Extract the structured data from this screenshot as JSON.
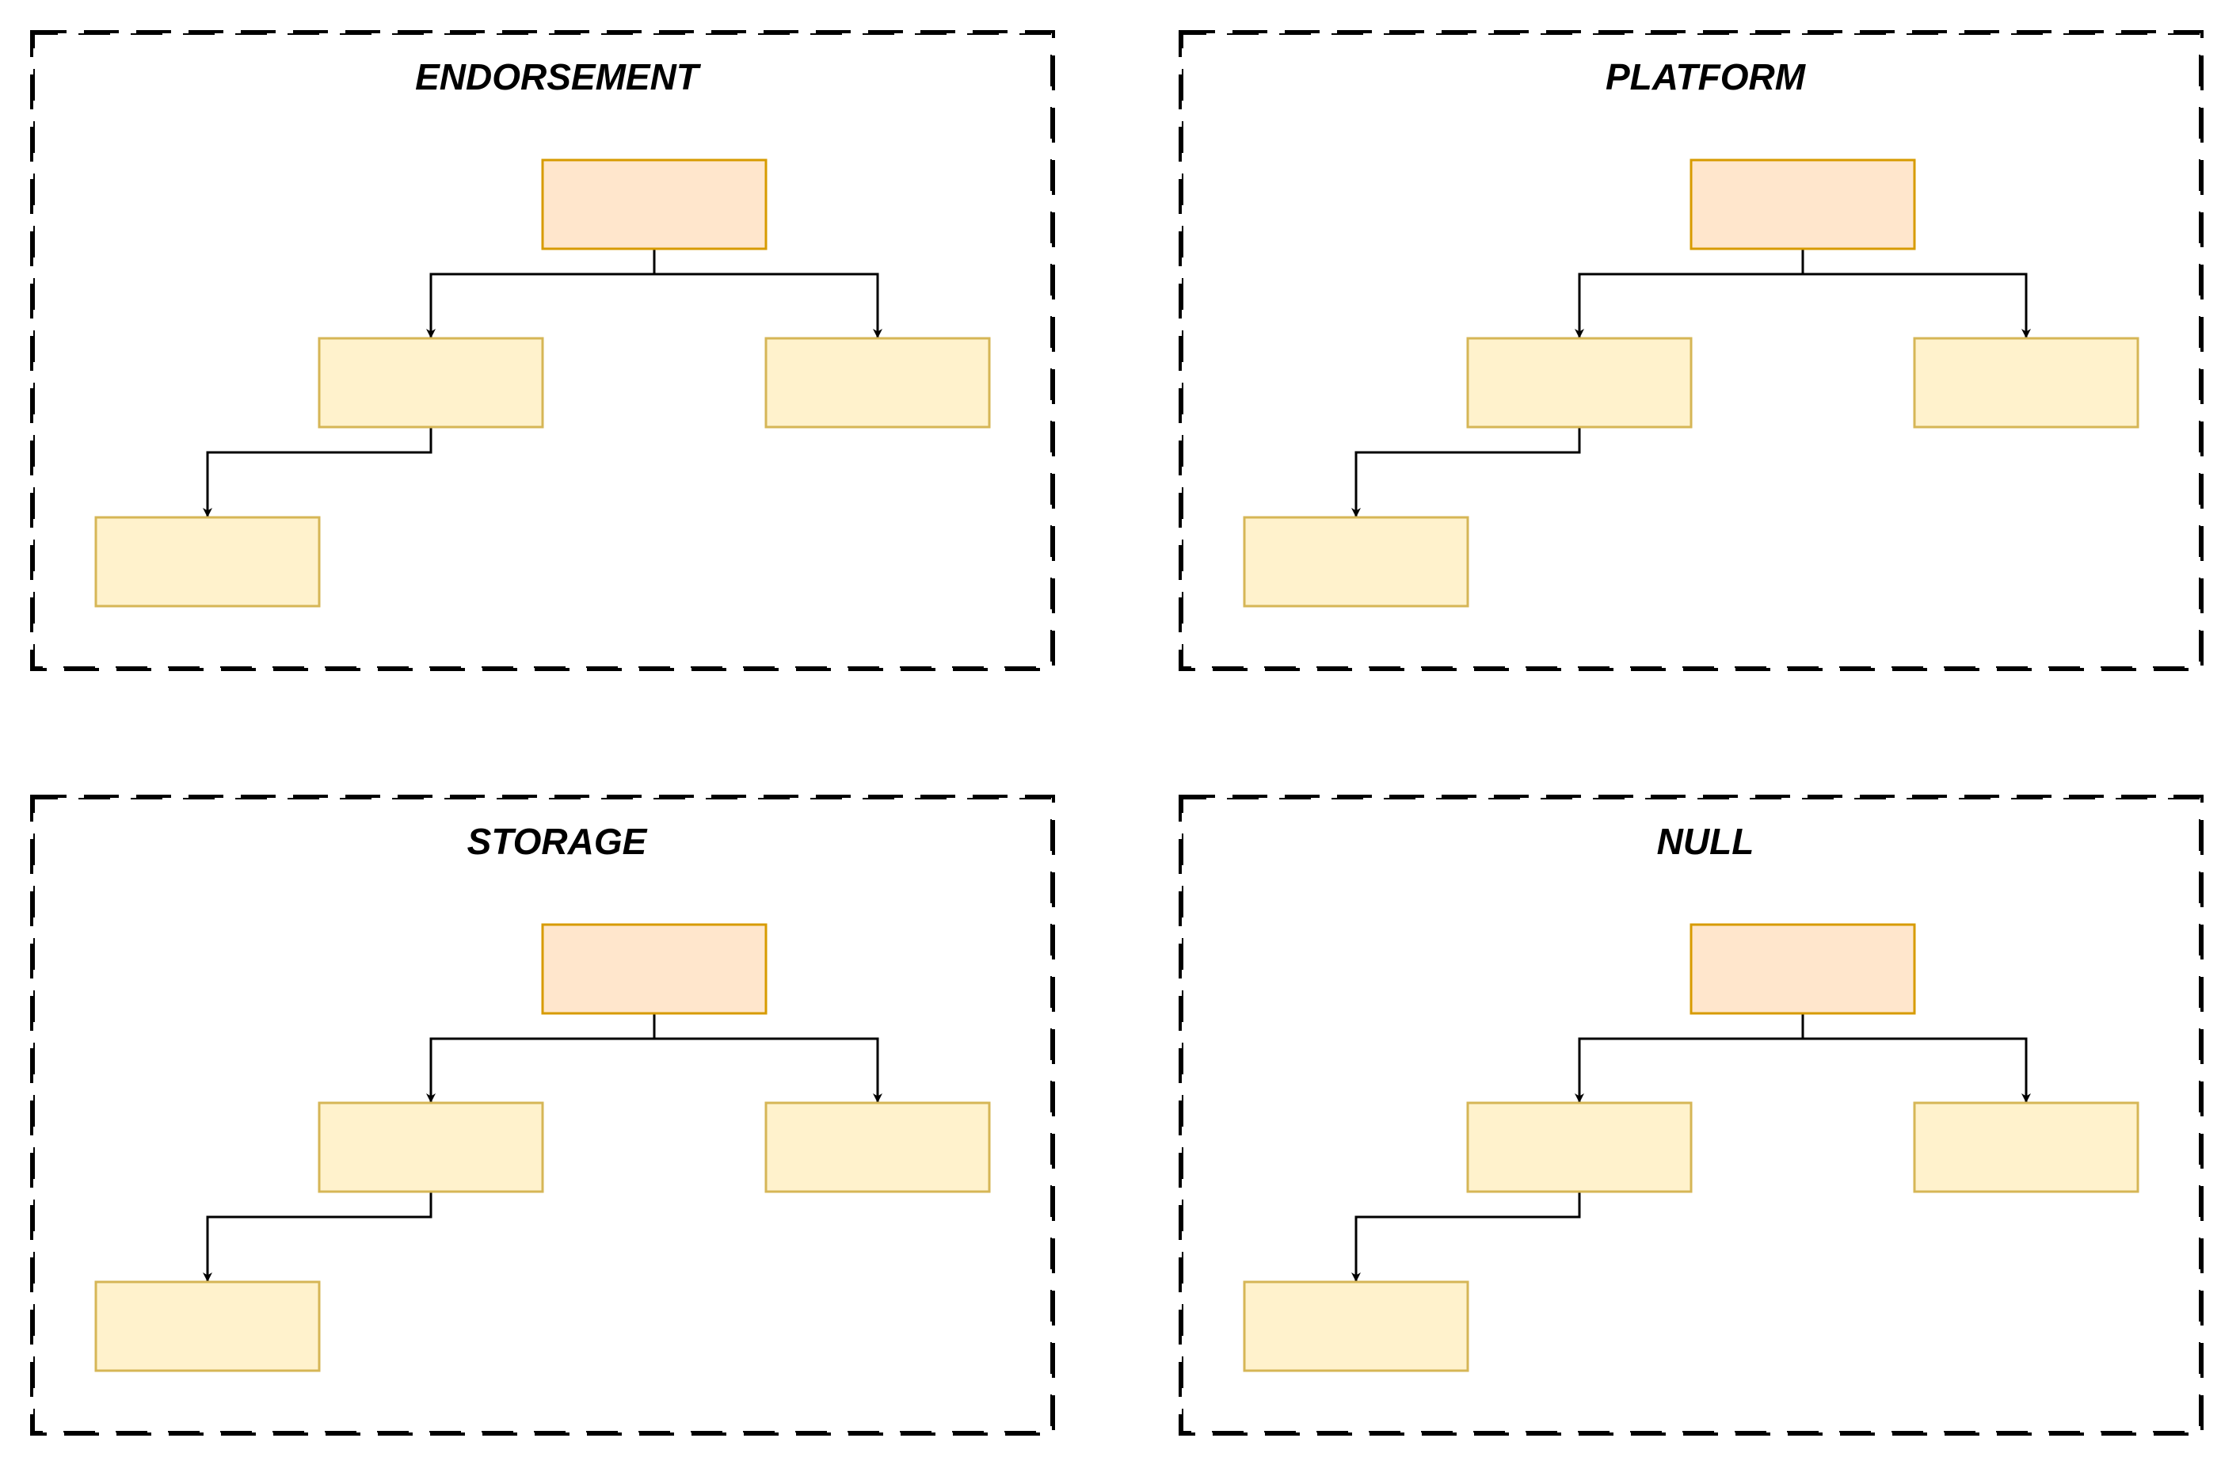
{
  "diagram": {
    "colors": {
      "root_fill": "#ffe6cc",
      "root_stroke": "#d79b00",
      "child_fill": "#fff2cc",
      "child_stroke": "#d6b656",
      "edge": "#000000",
      "frame": "#000000",
      "title": "#000000"
    },
    "groups": [
      {
        "title": "ENDORSEMENT",
        "nodes": [
          {
            "id": "root",
            "label": "",
            "kind": "root"
          },
          {
            "id": "left-child",
            "label": "",
            "kind": "child"
          },
          {
            "id": "right-child",
            "label": "",
            "kind": "child"
          },
          {
            "id": "grandchild",
            "label": "",
            "kind": "child"
          }
        ],
        "edges": [
          {
            "from": "root",
            "to": "left-child"
          },
          {
            "from": "root",
            "to": "right-child"
          },
          {
            "from": "left-child",
            "to": "grandchild"
          }
        ]
      },
      {
        "title": "PLATFORM",
        "nodes": [
          {
            "id": "root",
            "label": "",
            "kind": "root"
          },
          {
            "id": "left-child",
            "label": "",
            "kind": "child"
          },
          {
            "id": "right-child",
            "label": "",
            "kind": "child"
          },
          {
            "id": "grandchild",
            "label": "",
            "kind": "child"
          }
        ],
        "edges": [
          {
            "from": "root",
            "to": "left-child"
          },
          {
            "from": "root",
            "to": "right-child"
          },
          {
            "from": "left-child",
            "to": "grandchild"
          }
        ]
      },
      {
        "title": "STORAGE",
        "nodes": [
          {
            "id": "root",
            "label": "",
            "kind": "root"
          },
          {
            "id": "left-child",
            "label": "",
            "kind": "child"
          },
          {
            "id": "right-child",
            "label": "",
            "kind": "child"
          },
          {
            "id": "grandchild",
            "label": "",
            "kind": "child"
          }
        ],
        "edges": [
          {
            "from": "root",
            "to": "left-child"
          },
          {
            "from": "root",
            "to": "right-child"
          },
          {
            "from": "left-child",
            "to": "grandchild"
          }
        ]
      },
      {
        "title": "NULL",
        "nodes": [
          {
            "id": "root",
            "label": "",
            "kind": "root"
          },
          {
            "id": "left-child",
            "label": "",
            "kind": "child"
          },
          {
            "id": "right-child",
            "label": "",
            "kind": "child"
          },
          {
            "id": "grandchild",
            "label": "",
            "kind": "child"
          }
        ],
        "edges": [
          {
            "from": "root",
            "to": "left-child"
          },
          {
            "from": "root",
            "to": "right-child"
          },
          {
            "from": "left-child",
            "to": "grandchild"
          }
        ]
      }
    ]
  }
}
